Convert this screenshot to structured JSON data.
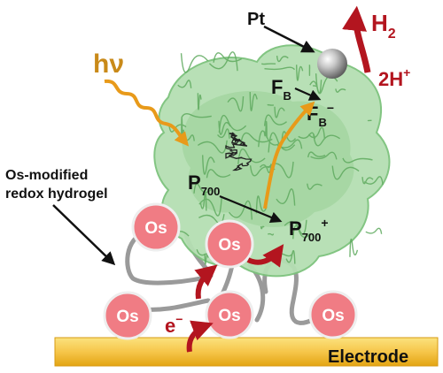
{
  "labels": {
    "pt": "Pt",
    "h2_main": "H",
    "h2_sub": "2",
    "twoh_main": "2H",
    "twoh_sup": "+",
    "hv": "hν",
    "fb1_main": "F",
    "fb1_sub": "B",
    "fb2_main": "F",
    "fb2_sub": "B",
    "fb2_sup": "−",
    "p700_main": "P",
    "p700_sub": "700",
    "p700p_main": "P",
    "p700p_sub": "700",
    "p700p_sup": "+",
    "hydrogel_line1": "Os-modified",
    "hydrogel_line2": "redox hydrogel",
    "electron_main": "e",
    "electron_sup": "−",
    "electrode": "Electrode"
  },
  "os_centers": [
    {
      "label": "Os"
    },
    {
      "label": "Os"
    },
    {
      "label": "Os"
    },
    {
      "label": "Os"
    },
    {
      "label": "Os"
    }
  ],
  "colors": {
    "os_fill": "#f07c84",
    "os_stroke": "#e8e8e8",
    "protein_green": "#7cc27c",
    "protein_light": "#b5dfb3",
    "orange": "#e89a1a",
    "dark_red": "#b3151f",
    "electrode_top": "#f8d25a",
    "electrode_bottom": "#e3a413",
    "polymer": "#9a9a9a"
  }
}
